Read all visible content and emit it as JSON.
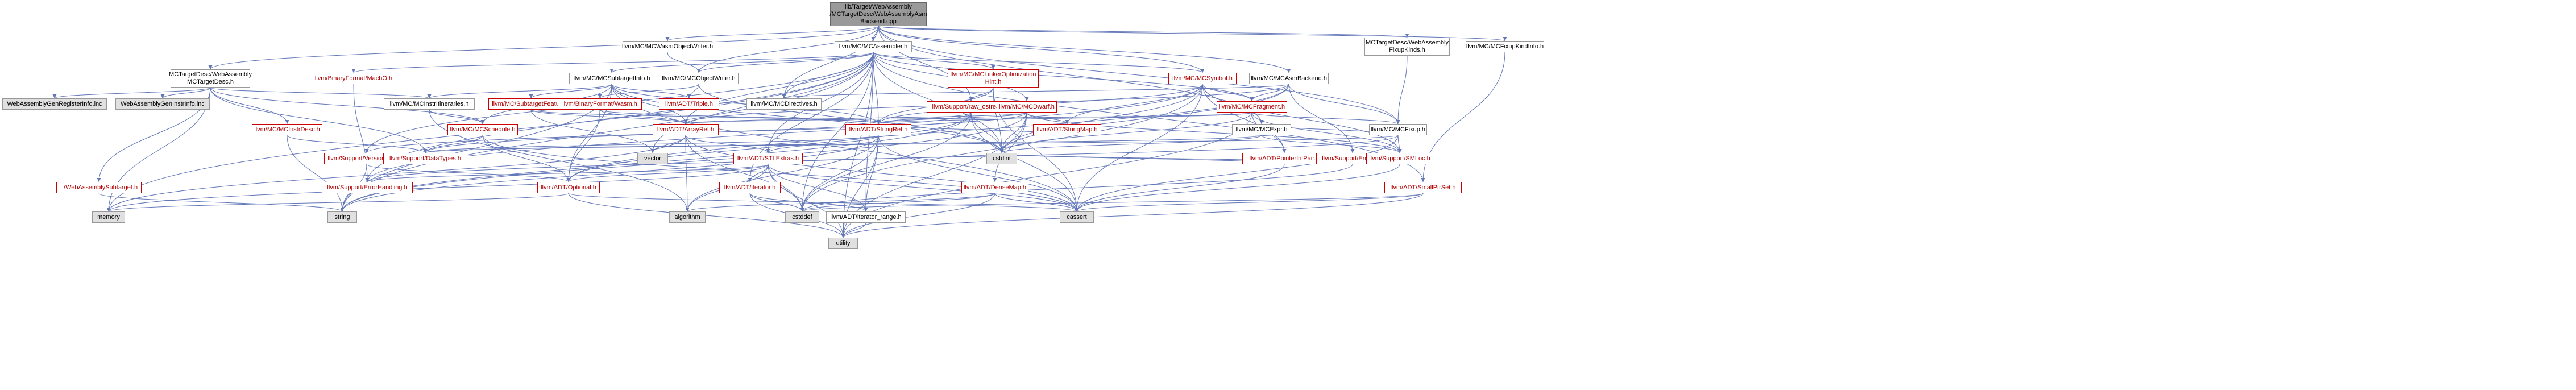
{
  "colors": {
    "edge": "#6276b8",
    "node_border": "#999999",
    "node_red_border": "#cc0000",
    "node_red_text": "#b00000",
    "gray_fill": "#e0e0e0",
    "root_fill": "#999999"
  },
  "nodes": [
    {
      "id": "root",
      "label": "lib/Target/WebAssembly\n/MCTargetDesc/WebAssemblyAsm\nBackend.cpp",
      "style": "root"
    },
    {
      "id": "wasmobjwriter",
      "label": "llvm/MC/MCWasmObjectWriter.h",
      "style": "plain"
    },
    {
      "id": "mcassembler",
      "label": "llvm/MC/MCAssembler.h",
      "style": "plain"
    },
    {
      "id": "fixupkinds",
      "label": "MCTargetDesc/WebAssembly\nFixupKinds.h",
      "style": "plain"
    },
    {
      "id": "fixupkindinfo",
      "label": "llvm/MC/MCFixupKindInfo.h",
      "style": "plain"
    },
    {
      "id": "targetdesc",
      "label": "MCTargetDesc/WebAssembly\nMCTargetDesc.h",
      "style": "plain"
    },
    {
      "id": "machO",
      "label": "llvm/BinaryFormat/MachO.h",
      "style": "red"
    },
    {
      "id": "subtargetinfo",
      "label": "llvm/MC/MCSubtargetInfo.h",
      "style": "plain"
    },
    {
      "id": "objectwriter",
      "label": "llvm/MC/MCObjectWriter.h",
      "style": "plain"
    },
    {
      "id": "linkeropt",
      "label": "llvm/MC/MCLinkerOptimization\nHint.h",
      "style": "red"
    },
    {
      "id": "mcsymbol",
      "label": "llvm/MC/MCSymbol.h",
      "style": "red"
    },
    {
      "id": "asmbackend",
      "label": "llvm/MC/MCAsmBackend.h",
      "style": "plain"
    },
    {
      "id": "genreginfo",
      "label": "WebAssemblyGenRegisterInfo.inc",
      "style": "gray"
    },
    {
      "id": "geninstrinfo",
      "label": "WebAssemblyGenInstrInfo.inc",
      "style": "gray"
    },
    {
      "id": "instriterators",
      "label": "llvm/MC/MCInstrItineraries.h",
      "style": "plain"
    },
    {
      "id": "subtargetfeature",
      "label": "llvm/MC/SubtargetFeature.h",
      "style": "red"
    },
    {
      "id": "wasmformat",
      "label": "llvm/BinaryFormat/Wasm.h",
      "style": "red"
    },
    {
      "id": "triple",
      "label": "llvm/ADT/Triple.h",
      "style": "red"
    },
    {
      "id": "mcdirectives",
      "label": "llvm/MC/MCDirectives.h",
      "style": "plain"
    },
    {
      "id": "rawostream",
      "label": "llvm/Support/raw_ostream.h",
      "style": "red"
    },
    {
      "id": "mcdwarf",
      "label": "llvm/MC/MCDwarf.h",
      "style": "red"
    },
    {
      "id": "mcfragment",
      "label": "llvm/MC/MCFragment.h",
      "style": "red"
    },
    {
      "id": "mcinstrdesc",
      "label": "llvm/MC/MCInstrDesc.h",
      "style": "red"
    },
    {
      "id": "mcschedule",
      "label": "llvm/MC/MCSchedule.h",
      "style": "red"
    },
    {
      "id": "arrayref",
      "label": "llvm/ADT/ArrayRef.h",
      "style": "red"
    },
    {
      "id": "stringref",
      "label": "llvm/ADT/StringRef.h",
      "style": "red"
    },
    {
      "id": "stringmap",
      "label": "llvm/ADT/StringMap.h",
      "style": "red"
    },
    {
      "id": "mcexpr",
      "label": "llvm/MC/MCExpr.h",
      "style": "plain"
    },
    {
      "id": "mcfixup",
      "label": "llvm/MC/MCFixup.h",
      "style": "plain"
    },
    {
      "id": "versiontuple",
      "label": "llvm/Support/VersionTuple.h",
      "style": "red"
    },
    {
      "id": "datatypes",
      "label": "llvm/Support/DataTypes.h",
      "style": "red"
    },
    {
      "id": "vector",
      "label": "vector",
      "style": "gray"
    },
    {
      "id": "stlextras",
      "label": "llvm/ADT/STLExtras.h",
      "style": "red"
    },
    {
      "id": "pointerintpair",
      "label": "llvm/ADT/PointerIntPair.h",
      "style": "red"
    },
    {
      "id": "endian",
      "label": "llvm/Support/Endian.h",
      "style": "red"
    },
    {
      "id": "smloc",
      "label": "llvm/Support/SMLoc.h",
      "style": "red"
    },
    {
      "id": "smallptrset",
      "label": "llvm/ADT/SmallPtrSet.h",
      "style": "red"
    },
    {
      "id": "wasmsubtarget",
      "label": "../WebAssemblySubtarget.h",
      "style": "red"
    },
    {
      "id": "errorhandling",
      "label": "llvm/Support/ErrorHandling.h",
      "style": "red"
    },
    {
      "id": "optional",
      "label": "llvm/ADT/Optional.h",
      "style": "red"
    },
    {
      "id": "iterator",
      "label": "llvm/ADT/iterator.h",
      "style": "red"
    },
    {
      "id": "densemap",
      "label": "llvm/ADT/DenseMap.h",
      "style": "red"
    },
    {
      "id": "cstdint",
      "label": "cstdint",
      "style": "gray"
    },
    {
      "id": "memory",
      "label": "memory",
      "style": "gray"
    },
    {
      "id": "string",
      "label": "string",
      "style": "gray"
    },
    {
      "id": "algorithm",
      "label": "algorithm",
      "style": "gray"
    },
    {
      "id": "iteratorrange",
      "label": "llvm/ADT/iterator_range.h",
      "style": "plain"
    },
    {
      "id": "cstddef",
      "label": "cstddef",
      "style": "gray"
    },
    {
      "id": "cassert",
      "label": "cassert",
      "style": "gray"
    },
    {
      "id": "utility",
      "label": "utility",
      "style": "gray"
    }
  ],
  "edges": [
    [
      "root",
      "wasmobjwriter"
    ],
    [
      "root",
      "mcassembler"
    ],
    [
      "root",
      "fixupkinds"
    ],
    [
      "root",
      "fixupkindinfo"
    ],
    [
      "root",
      "targetdesc"
    ],
    [
      "root",
      "mcdirectives"
    ],
    [
      "root",
      "rawostream"
    ],
    [
      "root",
      "mcsymbol"
    ],
    [
      "root",
      "asmbackend"
    ],
    [
      "root",
      "mcfixup"
    ],
    [
      "root",
      "objectwriter"
    ],
    [
      "root",
      "mcexpr"
    ],
    [
      "wasmobjwriter",
      "objectwriter"
    ],
    [
      "mcassembler",
      "machO"
    ],
    [
      "mcassembler",
      "subtargetinfo"
    ],
    [
      "mcassembler",
      "objectwriter"
    ],
    [
      "mcassembler",
      "linkeropt"
    ],
    [
      "mcassembler",
      "mcsymbol"
    ],
    [
      "mcassembler",
      "mcdirectives"
    ],
    [
      "mcassembler",
      "mcdwarf"
    ],
    [
      "mcassembler",
      "mcfragment"
    ],
    [
      "mcassembler",
      "arrayref"
    ],
    [
      "mcassembler",
      "stringref"
    ],
    [
      "mcassembler",
      "stlextras"
    ],
    [
      "mcassembler",
      "iterator"
    ],
    [
      "mcassembler",
      "smallptrset"
    ],
    [
      "mcassembler",
      "iteratorrange"
    ],
    [
      "mcassembler",
      "cstddef"
    ],
    [
      "mcassembler",
      "cstdint"
    ],
    [
      "mcassembler",
      "string"
    ],
    [
      "mcassembler",
      "memory"
    ],
    [
      "mcassembler",
      "vector"
    ],
    [
      "mcassembler",
      "utility"
    ],
    [
      "mcassembler",
      "errorhandling"
    ],
    [
      "mcassembler",
      "versiontuple"
    ],
    [
      "fixupkinds",
      "mcfixup"
    ],
    [
      "fixupkindinfo",
      "smallptrset"
    ],
    [
      "targetdesc",
      "genreginfo"
    ],
    [
      "targetdesc",
      "geninstrinfo"
    ],
    [
      "targetdesc",
      "instriterators"
    ],
    [
      "targetdesc",
      "mcinstrdesc"
    ],
    [
      "targetdesc",
      "wasmsubtarget"
    ],
    [
      "targetdesc",
      "datatypes"
    ],
    [
      "targetdesc",
      "memory"
    ],
    [
      "targetdesc",
      "mcschedule"
    ],
    [
      "machO",
      "errorhandling"
    ],
    [
      "subtargetinfo",
      "subtargetfeature"
    ],
    [
      "subtargetinfo",
      "triple"
    ],
    [
      "subtargetinfo",
      "arrayref"
    ],
    [
      "subtargetinfo",
      "stringref"
    ],
    [
      "subtargetinfo",
      "instriterators"
    ],
    [
      "subtargetinfo",
      "mcschedule"
    ],
    [
      "subtargetinfo",
      "cassert"
    ],
    [
      "subtargetinfo",
      "cstdint"
    ],
    [
      "subtargetinfo",
      "string"
    ],
    [
      "subtargetinfo",
      "optional"
    ],
    [
      "objectwriter",
      "triple"
    ],
    [
      "objectwriter",
      "cstdint"
    ],
    [
      "objectwriter",
      "wasmformat"
    ],
    [
      "linkeropt",
      "rawostream"
    ],
    [
      "linkeropt",
      "stringref"
    ],
    [
      "linkeropt",
      "cstdint"
    ],
    [
      "linkeropt",
      "cassert"
    ],
    [
      "mcsymbol",
      "mcfragment"
    ],
    [
      "mcsymbol",
      "pointerintpair"
    ],
    [
      "mcsymbol",
      "stringmap"
    ],
    [
      "mcsymbol",
      "mcexpr"
    ],
    [
      "mcsymbol",
      "smloc"
    ],
    [
      "mcsymbol",
      "errorhandling"
    ],
    [
      "mcsymbol",
      "cassert"
    ],
    [
      "mcsymbol",
      "cstddef"
    ],
    [
      "mcsymbol",
      "cstdint"
    ],
    [
      "mcsymbol",
      "stringref"
    ],
    [
      "asmbackend",
      "mcfragment"
    ],
    [
      "asmbackend",
      "mcdirectives"
    ],
    [
      "asmbackend",
      "mcfixup"
    ],
    [
      "asmbackend",
      "endian"
    ],
    [
      "asmbackend",
      "cstdint"
    ],
    [
      "asmbackend",
      "optional"
    ],
    [
      "asmbackend",
      "arrayref"
    ],
    [
      "instriterators",
      "mcschedule"
    ],
    [
      "instriterators",
      "algorithm"
    ],
    [
      "subtargetfeature",
      "arrayref"
    ],
    [
      "subtargetfeature",
      "stringref"
    ],
    [
      "subtargetfeature",
      "vector"
    ],
    [
      "wasmformat",
      "arrayref"
    ],
    [
      "wasmformat",
      "optional"
    ],
    [
      "wasmformat",
      "stringref"
    ],
    [
      "rawostream",
      "stringref"
    ],
    [
      "rawostream",
      "optional"
    ],
    [
      "rawostream",
      "datatypes"
    ],
    [
      "rawostream",
      "cassert"
    ],
    [
      "rawostream",
      "cstddef"
    ],
    [
      "rawostream",
      "cstdint"
    ],
    [
      "rawostream",
      "string"
    ],
    [
      "mcdwarf",
      "stringmap"
    ],
    [
      "mcdwarf",
      "stringref"
    ],
    [
      "mcdwarf",
      "arrayref"
    ],
    [
      "mcdwarf",
      "densemap"
    ],
    [
      "mcdwarf",
      "smloc"
    ],
    [
      "mcdwarf",
      "cstdint"
    ],
    [
      "mcdwarf",
      "string"
    ],
    [
      "mcdwarf",
      "utility"
    ],
    [
      "mcdwarf",
      "versiontuple"
    ],
    [
      "mcfragment",
      "arrayref"
    ],
    [
      "mcfragment",
      "pointerintpair"
    ],
    [
      "mcfragment",
      "mcfixup"
    ],
    [
      "mcfragment",
      "smloc"
    ],
    [
      "mcfragment",
      "stringref"
    ],
    [
      "mcfragment",
      "cstdint"
    ],
    [
      "mcfragment",
      "utility"
    ],
    [
      "mcinstrdesc",
      "datatypes"
    ],
    [
      "mcinstrdesc",
      "string"
    ],
    [
      "mcschedule",
      "datatypes"
    ],
    [
      "mcschedule",
      "cassert"
    ],
    [
      "mcschedule",
      "optional"
    ],
    [
      "arrayref",
      "stlextras"
    ],
    [
      "arrayref",
      "algorithm"
    ],
    [
      "arrayref",
      "cassert"
    ],
    [
      "arrayref",
      "cstddef"
    ],
    [
      "arrayref",
      "memory"
    ],
    [
      "arrayref",
      "vector"
    ],
    [
      "stringref",
      "stlextras"
    ],
    [
      "stringref",
      "iteratorrange"
    ],
    [
      "stringref",
      "algorithm"
    ],
    [
      "stringref",
      "cassert"
    ],
    [
      "stringref",
      "cstddef"
    ],
    [
      "stringref",
      "string"
    ],
    [
      "stringref",
      "utility"
    ],
    [
      "stringref",
      "datatypes"
    ],
    [
      "stringmap",
      "stringref"
    ],
    [
      "mcexpr",
      "smloc"
    ],
    [
      "mcexpr",
      "cstdint"
    ],
    [
      "mcexpr",
      "datatypes"
    ],
    [
      "mcfixup",
      "mcexpr"
    ],
    [
      "mcfixup",
      "smloc"
    ],
    [
      "mcfixup",
      "cassert"
    ],
    [
      "mcfixup",
      "errorhandling"
    ],
    [
      "mcfixup",
      "datatypes"
    ],
    [
      "versiontuple",
      "optional"
    ],
    [
      "versiontuple",
      "string"
    ],
    [
      "stlextras",
      "optional"
    ],
    [
      "stlextras",
      "iterator"
    ],
    [
      "stlextras",
      "iteratorrange"
    ],
    [
      "stlextras",
      "cassert"
    ],
    [
      "stlextras",
      "cstddef"
    ],
    [
      "stlextras",
      "cstdint"
    ],
    [
      "stlextras",
      "algorithm"
    ],
    [
      "stlextras",
      "utility"
    ],
    [
      "stlextras",
      "memory"
    ],
    [
      "stlextras",
      "errorhandling"
    ],
    [
      "pointerintpair",
      "cstdint"
    ],
    [
      "pointerintpair",
      "cassert"
    ],
    [
      "endian",
      "cstdint"
    ],
    [
      "endian",
      "cstddef"
    ],
    [
      "smloc",
      "cassert"
    ],
    [
      "smallptrset",
      "cassert"
    ],
    [
      "smallptrset",
      "cstddef"
    ],
    [
      "smallptrset",
      "utility"
    ],
    [
      "wasmsubtarget",
      "string"
    ],
    [
      "optional",
      "cassert"
    ],
    [
      "optional",
      "utility"
    ],
    [
      "optional",
      "memory"
    ],
    [
      "iterator",
      "iteratorrange"
    ],
    [
      "iterator",
      "cstddef"
    ],
    [
      "iterator",
      "utility"
    ],
    [
      "densemap",
      "cassert"
    ],
    [
      "densemap",
      "utility"
    ],
    [
      "densemap",
      "algorithm"
    ],
    [
      "densemap",
      "cstddef"
    ],
    [
      "iteratorrange",
      "utility"
    ]
  ]
}
